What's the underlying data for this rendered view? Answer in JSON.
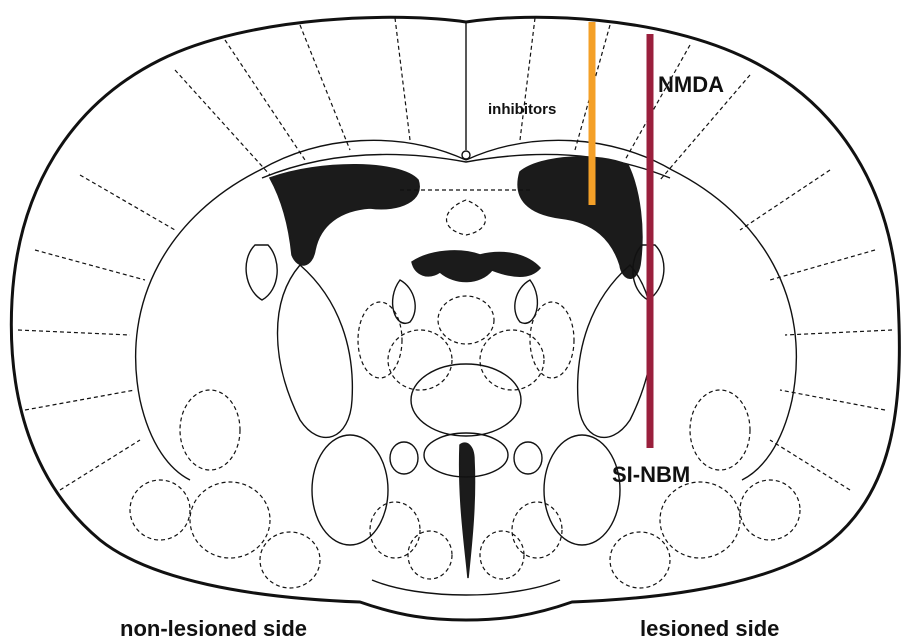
{
  "labels": {
    "inhibitors": "inhibitors",
    "nmda": "NMDA",
    "target": "SI-NBM",
    "left_side": "non-lesioned side",
    "right_side": "lesioned side"
  },
  "colors": {
    "inhibitor_probe": "#F4A028",
    "nmda_probe": "#9A1F3C",
    "lesion_fill": "#1b1b1b",
    "outline": "#111111"
  },
  "icons": {
    "inhibitor_probe": "orange-vertical-bar",
    "nmda_probe": "maroon-vertical-bar"
  }
}
